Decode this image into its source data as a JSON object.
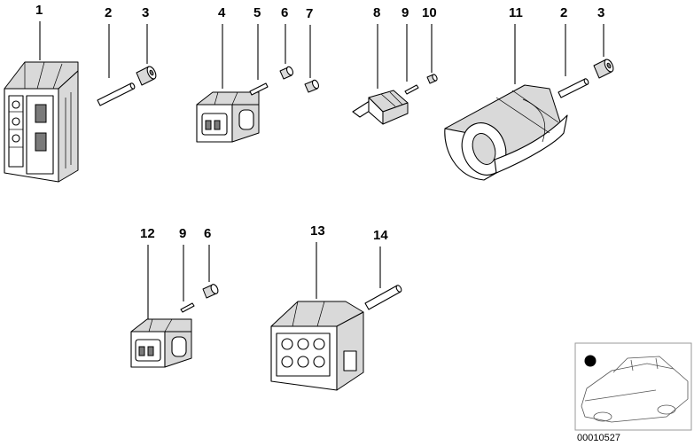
{
  "callouts": [
    {
      "id": "c1",
      "label": "1"
    },
    {
      "id": "c2a",
      "label": "2"
    },
    {
      "id": "c3a",
      "label": "3"
    },
    {
      "id": "c4",
      "label": "4"
    },
    {
      "id": "c5",
      "label": "5"
    },
    {
      "id": "c6a",
      "label": "6"
    },
    {
      "id": "c7",
      "label": "7"
    },
    {
      "id": "c8",
      "label": "8"
    },
    {
      "id": "c9a",
      "label": "9"
    },
    {
      "id": "c10",
      "label": "10"
    },
    {
      "id": "c11",
      "label": "11"
    },
    {
      "id": "c2b",
      "label": "2"
    },
    {
      "id": "c3b",
      "label": "3"
    },
    {
      "id": "c12",
      "label": "12"
    },
    {
      "id": "c9b",
      "label": "9"
    },
    {
      "id": "c6b",
      "label": "6"
    },
    {
      "id": "c13",
      "label": "13"
    },
    {
      "id": "c14",
      "label": "14"
    }
  ],
  "reference_number": "00010527",
  "colors": {
    "ink": "#000000",
    "shade": "#d9d9d9",
    "frame": "#9a9a9a"
  }
}
